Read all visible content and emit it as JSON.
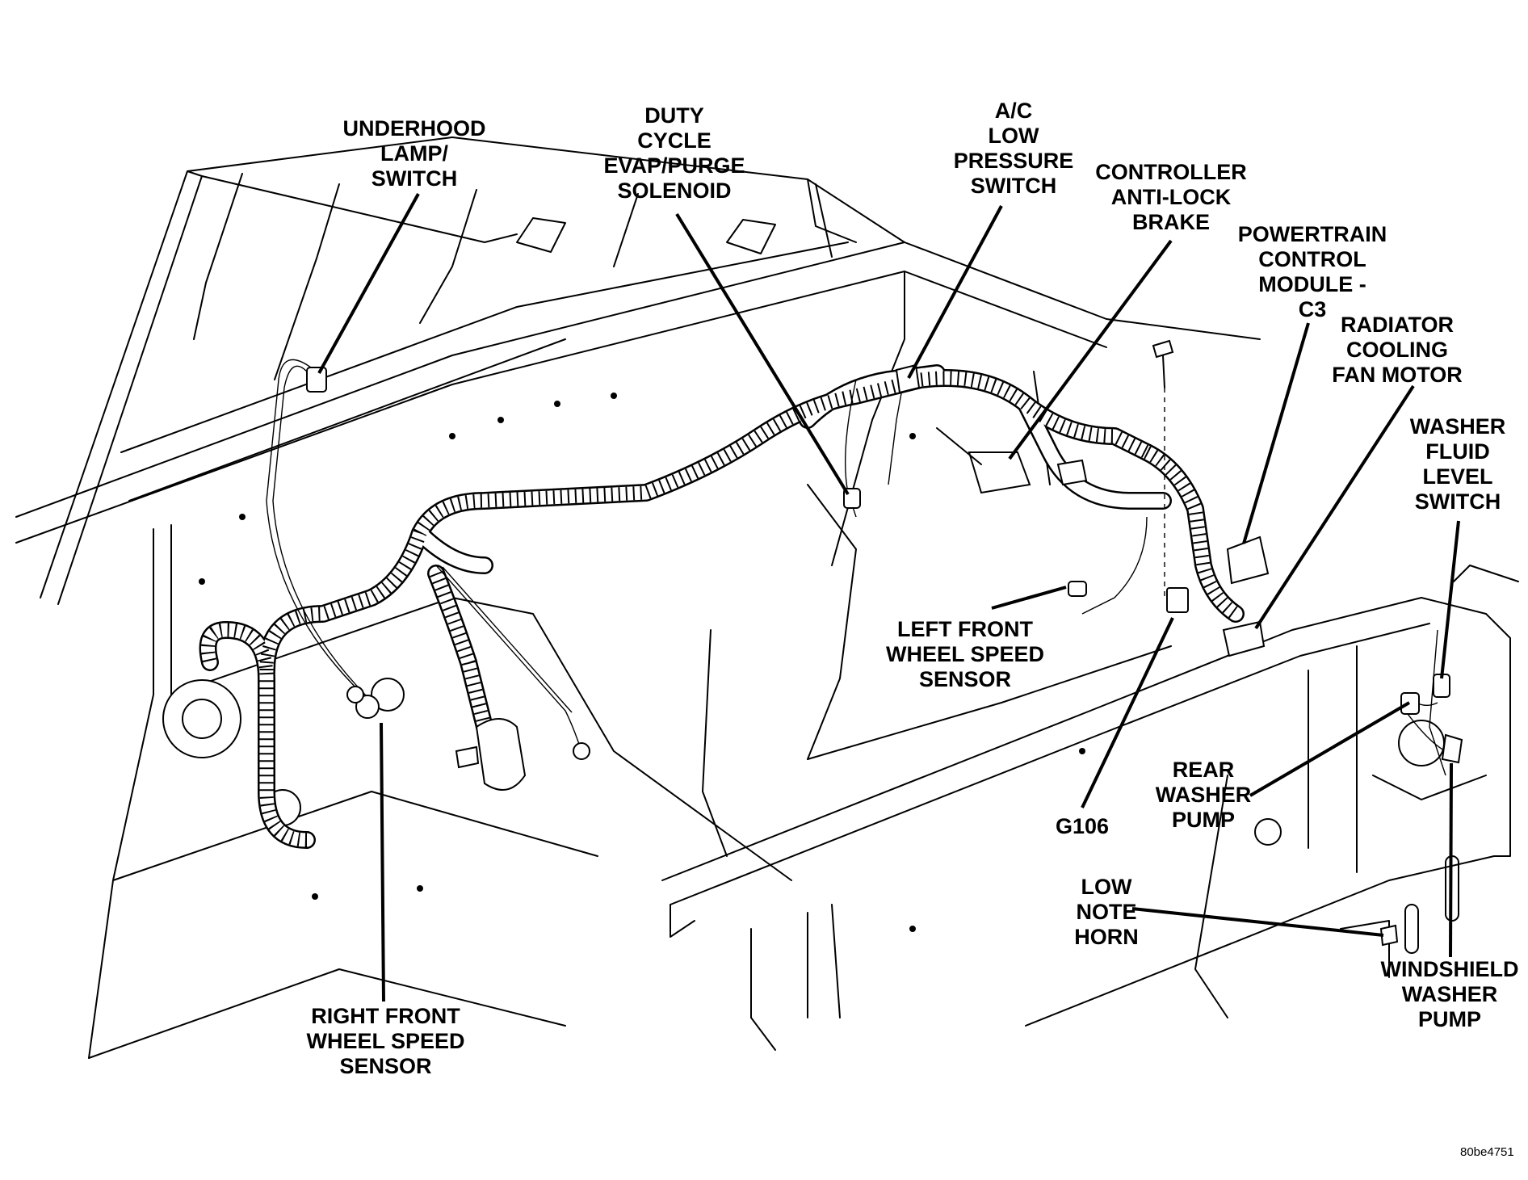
{
  "diagram": {
    "figure_code": "80be4751",
    "labels": {
      "underhood_lamp_switch": [
        "UNDERHOOD",
        "LAMP/",
        "SWITCH"
      ],
      "duty_cycle_evap_purge_solenoid": [
        "DUTY",
        "CYCLE",
        "EVAP/PURGE",
        "SOLENOID"
      ],
      "ac_low_pressure_switch": [
        "A/C",
        "LOW",
        "PRESSURE",
        "SWITCH"
      ],
      "controller_anti_lock_brake": [
        "CONTROLLER",
        "ANTI-LOCK",
        "BRAKE"
      ],
      "powertrain_control_module": [
        "POWERTRAIN",
        "CONTROL",
        "MODULE -",
        "C3"
      ],
      "radiator_cooling_fan_motor": [
        "RADIATOR",
        "COOLING",
        "FAN MOTOR"
      ],
      "washer_fluid_level_switch": [
        "WASHER",
        "FLUID",
        "LEVEL",
        "SWITCH"
      ],
      "left_front_wheel_speed_sensor": [
        "LEFT FRONT",
        "WHEEL SPEED",
        "SENSOR"
      ],
      "rear_washer_pump": [
        "REAR",
        "WASHER",
        "PUMP"
      ],
      "g106": [
        "G106"
      ],
      "low_note_horn": [
        "LOW",
        "NOTE",
        "HORN"
      ],
      "windshield_washer_pump": [
        "WINDSHIELD",
        "WASHER",
        "PUMP"
      ],
      "right_front_wheel_speed_sensor": [
        "RIGHT FRONT",
        "WHEEL SPEED",
        "SENSOR"
      ]
    }
  }
}
